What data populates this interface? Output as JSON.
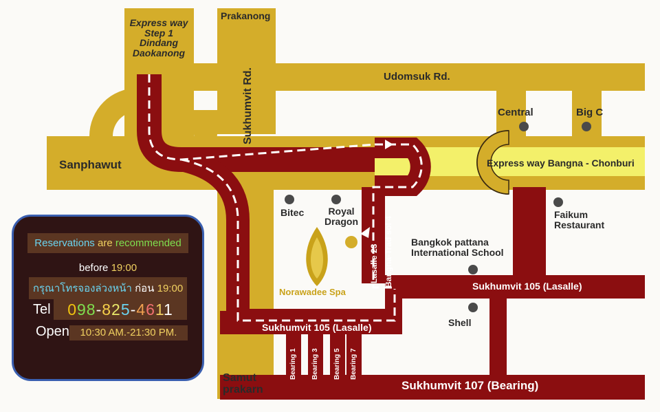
{
  "map": {
    "labels": {
      "express_step1": "Express way\nStep 1\nDindang\nDaokanong",
      "prakanong": "Prakanong",
      "sukhumvit_rd": "Sukhumvit Rd.",
      "udomsuk": "Udomsuk Rd.",
      "central": "Central",
      "bigc": "Big C",
      "sanphawut": "Sanphawut",
      "express_bangna": "Express way Bangna - Chonburi",
      "bitec": "Bitec",
      "royal_dragon": "Royal\nDragon",
      "faikum": "Faikum\nRestaurant",
      "lasalle23": "Lasalle 23",
      "bangna_trad": "Bangna-Trad sol 4",
      "bangkok_pattana": "Bangkok pattana\nInternational School",
      "norawadee": "Norawadee Spa",
      "sukhumvit105_right": "Sukhumvit 105 (Lasalle)",
      "sukhumvit105_bottom": "Sukhumvit 105 (Lasalle)",
      "shell": "Shell",
      "samut_prakarn": "Samut\nprakarn",
      "bearing1": "Bearing 1",
      "bearing3": "Bearing 3",
      "bearing5": "Bearing 5",
      "bearing7": "Bearing 7",
      "sukhumvit107": "Sukhumvit 107 (Bearing)"
    },
    "colors": {
      "road_gold": "#d4ad2a",
      "route_red": "#8b0e10",
      "expressway_yellow": "#f3f06a",
      "background": "#fbfaf7"
    }
  },
  "info": {
    "res_word1": "Reservations",
    "res_word2": "are",
    "res_word3": "recommended",
    "before_label": "before",
    "before_time": "19:00",
    "thai_label": "กรุณาโทรจองล่วงหน้า",
    "thai_before": "ก่อน",
    "thai_time": "19:00",
    "tel_label": "Tel",
    "tel_parts": [
      "0",
      "9",
      "8",
      "-",
      "8",
      "2",
      "5",
      "-",
      "4",
      "6",
      "1",
      "1"
    ],
    "tel_colors": [
      "#f1c40f",
      "#7fdf4f",
      "#7fdf4f",
      "#ffffff",
      "#f5d04a",
      "#e8e86a",
      "#6ad4f0",
      "#ffffff",
      "#f0a050",
      "#f07070",
      "#f0d060",
      "#ffffff"
    ],
    "open_label": "Open",
    "open_hours": "10:30 AM.-21:30 PM."
  }
}
